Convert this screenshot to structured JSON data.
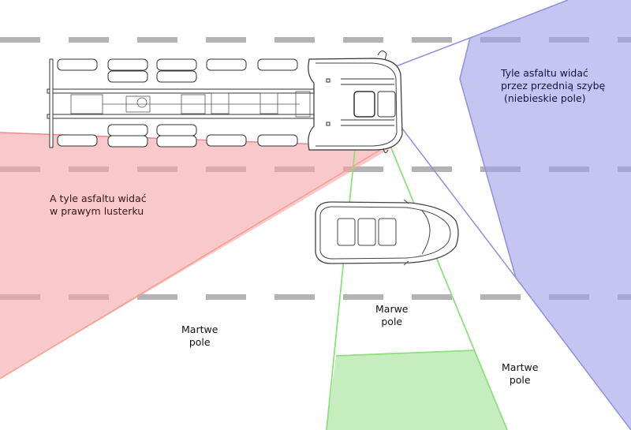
{
  "diagram": {
    "title": "Pole widzenia kierowcy ciężarówki",
    "labels": {
      "windshield_view": "Tyle asfaltu widać\nprzez przednią szybę\n (niebieskie pole)",
      "mirror_view": "A tyle asfaltu widać\nw prawym lusterku",
      "blind_spot_left": "Martwe\npole",
      "blind_spot_middle": "Marwe\npole",
      "blind_spot_right": "Martwe\npole"
    },
    "zones": [
      {
        "name": "windshield-view",
        "meaning": "visible through windshield",
        "color": "#c5c6f1",
        "edge_color": "#8f8fe0"
      },
      {
        "name": "right-mirror-view",
        "meaning": "visible in right mirror",
        "color": "#f6c6c8",
        "edge_color": "#f0a090"
      },
      {
        "name": "front-low-view",
        "meaning": "visible area ahead",
        "color": "#c4edbd",
        "edge_color": "#8ee07f"
      }
    ],
    "road": {
      "lane_marking_color": "#b3b3b3"
    },
    "vehicles": [
      {
        "name": "truck",
        "type": "multi-axle truck chassis, top view"
      },
      {
        "name": "car",
        "type": "passenger car, top view"
      }
    ]
  }
}
